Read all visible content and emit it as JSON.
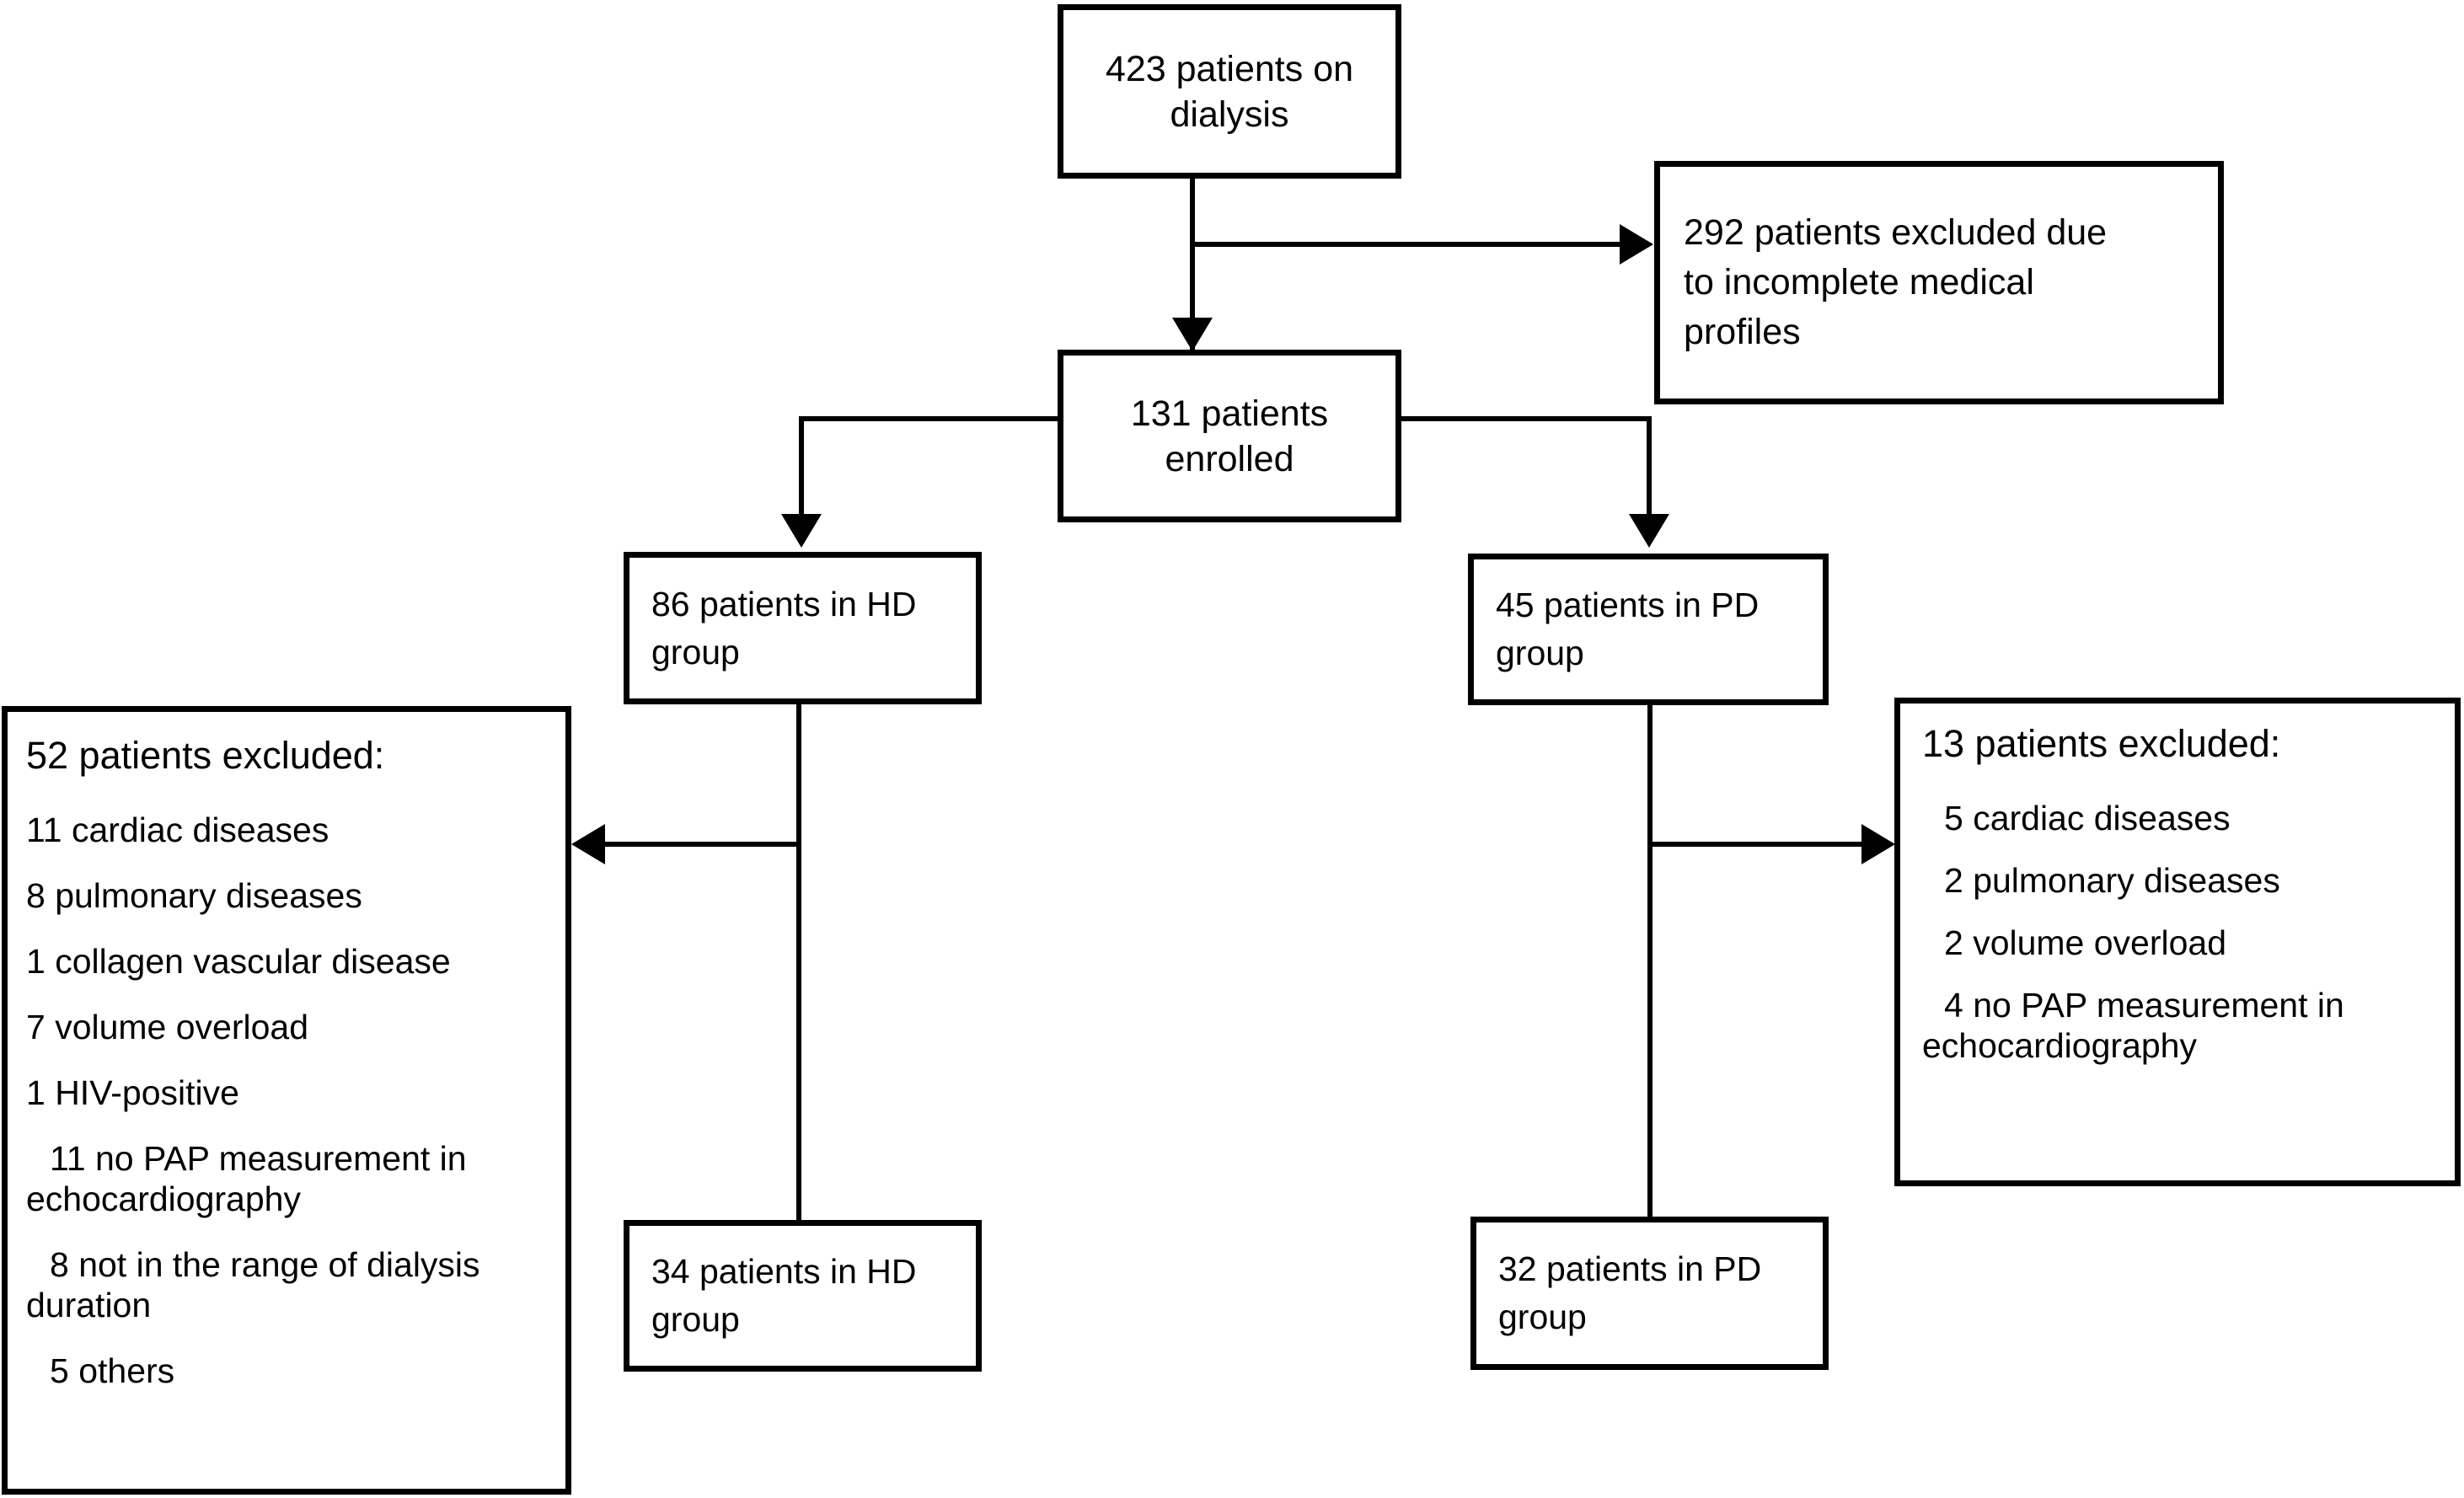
{
  "diagram": {
    "title": "Patient enrollment flow diagram",
    "type": "flowchart",
    "stroke_color": "#000000",
    "background_color": "#ffffff",
    "nodes": {
      "dialysis": {
        "label": "423 patients on\ndialysis",
        "count": 423
      },
      "excluded_292": {
        "label": "292 patients excluded due\nto incomplete medical\nprofiles",
        "count": 292
      },
      "enrolled": {
        "label": "131 patients\nenrolled",
        "count": 131
      },
      "hd_86": {
        "label": "86 patients in HD\ngroup",
        "count": 86
      },
      "pd_45": {
        "label": "45 patients in PD\ngroup",
        "count": 45
      },
      "hd_34": {
        "label": "34 patients in HD\ngroup",
        "count": 34
      },
      "pd_32": {
        "label": "32 patients in PD\ngroup",
        "count": 32
      },
      "excluded_52": {
        "heading": "52 patients excluded:",
        "count": 52,
        "items": [
          "11 cardiac diseases",
          "8 pulmonary diseases",
          "1 collagen vascular disease",
          "7 volume overload",
          "1 HIV-positive",
          "11 no PAP measurement in\nechocardiography",
          "8 not in the range of dialysis\nduration",
          "5 others"
        ]
      },
      "excluded_13": {
        "heading": "13 patients excluded:",
        "count": 13,
        "items": [
          "5 cardiac diseases",
          "2 pulmonary diseases",
          "2 volume overload",
          "4 no PAP measurement in\nechocardiography"
        ]
      }
    },
    "edges": [
      {
        "from": "dialysis",
        "to": "excluded_292",
        "marker": "arrow-right"
      },
      {
        "from": "dialysis",
        "to": "enrolled",
        "marker": "arrow-down"
      },
      {
        "from": "enrolled",
        "to": "hd_86",
        "marker": "arrow-down"
      },
      {
        "from": "enrolled",
        "to": "pd_45",
        "marker": "arrow-down"
      },
      {
        "from": "hd_86",
        "to": "excluded_52",
        "marker": "arrow-left"
      },
      {
        "from": "hd_86",
        "to": "hd_34",
        "marker": "none"
      },
      {
        "from": "pd_45",
        "to": "excluded_13",
        "marker": "arrow-right"
      },
      {
        "from": "pd_45",
        "to": "pd_32",
        "marker": "none"
      }
    ]
  }
}
